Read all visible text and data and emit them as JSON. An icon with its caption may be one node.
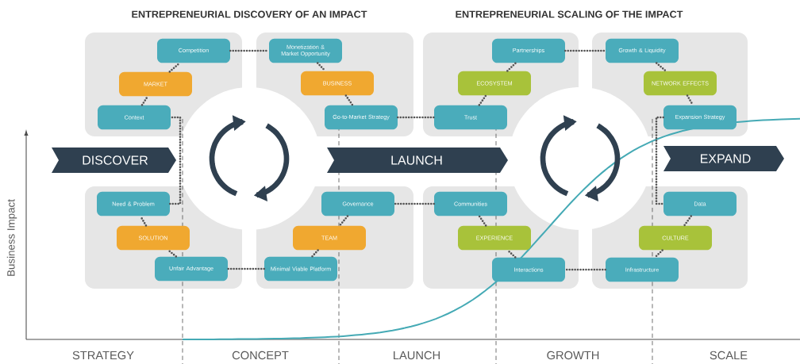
{
  "diagram": {
    "nodes": [
      {
        "text": [
          "Competition"
        ]
      },
      {
        "text": [
          "MARKET"
        ]
      },
      {
        "text": [
          "Context"
        ]
      },
      {
        "text": [
          "Monetization & Market Opportunity"
        ]
      },
      {
        "text": [
          "BUSINESS"
        ]
      },
      {
        "text": [
          "Go-to-Market Strategy"
        ]
      },
      {
        "text": [
          "Partnerships"
        ]
      },
      {
        "text": [
          "ECOSYSTEM"
        ]
      },
      {
        "text": [
          "Trust"
        ]
      },
      {
        "text": [
          "Growth & Liquidity"
        ]
      },
      {
        "text": [
          "NETWORK EFFECTS"
        ]
      },
      {
        "text": [
          "Expansion Strategy"
        ]
      },
      {
        "text": [
          "DISCOVER"
        ]
      },
      {
        "text": [
          "LAUNCH"
        ]
      },
      {
        "text": [
          "EXPAND"
        ]
      },
      {
        "text": [
          "Need & Problem"
        ]
      },
      {
        "text": [
          "SOLUTION"
        ]
      },
      {
        "text": [
          "Unfair Advantage"
        ]
      },
      {
        "text": [
          "Governance"
        ]
      },
      {
        "text": [
          "TEAM"
        ]
      },
      {
        "text": [
          "Minimal Viable Platform"
        ]
      },
      {
        "text": [
          "Communities"
        ]
      },
      {
        "text": [
          "EXPERIENCE"
        ]
      },
      {
        "text": [
          "Interactions"
        ]
      },
      {
        "text": [
          "Data"
        ]
      },
      {
        "text": [
          "CULTURE"
        ]
      },
      {
        "text": [
          "Infrastructure"
        ]
      }
    ],
    "edges": [
      {
        "from": 2,
        "to": 1,
        "arrow": "none"
      },
      {
        "from": 1,
        "to": 0,
        "arrow": "none"
      },
      {
        "from": 0,
        "to": 3,
        "arrow": "none"
      },
      {
        "from": 3,
        "to": 4,
        "arrow": "none"
      },
      {
        "from": 4,
        "to": 5,
        "arrow": "none"
      },
      {
        "from": 5,
        "to": 8,
        "arrow": "none"
      },
      {
        "from": 8,
        "to": 7,
        "arrow": "none"
      },
      {
        "from": 7,
        "to": 6,
        "arrow": "none"
      },
      {
        "from": 6,
        "to": 9,
        "arrow": "none"
      },
      {
        "from": 9,
        "to": 10,
        "arrow": "none"
      },
      {
        "from": 10,
        "to": 11,
        "arrow": "none"
      },
      {
        "from": 11,
        "to": 24,
        "arrow": "none"
      },
      {
        "from": 24,
        "to": 25,
        "arrow": "none"
      },
      {
        "from": 25,
        "to": 26,
        "arrow": "none"
      },
      {
        "from": 26,
        "to": 23,
        "arrow": "none"
      },
      {
        "from": 23,
        "to": 22,
        "arrow": "none"
      },
      {
        "from": 22,
        "to": 21,
        "arrow": "none"
      },
      {
        "from": 21,
        "to": 18,
        "arrow": "none"
      },
      {
        "from": 18,
        "to": 19,
        "arrow": "none"
      },
      {
        "from": 19,
        "to": 20,
        "arrow": "none"
      },
      {
        "from": 20,
        "to": 17,
        "arrow": "none"
      },
      {
        "from": 17,
        "to": 16,
        "arrow": "none"
      },
      {
        "from": 16,
        "to": 15,
        "arrow": "none"
      },
      {
        "from": 15,
        "to": 2,
        "arrow": "none"
      }
    ],
    "labels": [
      "ENTREPRENEURIAL DISCOVERY OF AN IMPACT",
      "ENTREPRENEURIAL SCALING OF THE IMPACT",
      "Business Impact",
      "STRATEGY",
      "CONCEPT",
      "LAUNCH",
      "GROWTH",
      "SCALE"
    ]
  }
}
